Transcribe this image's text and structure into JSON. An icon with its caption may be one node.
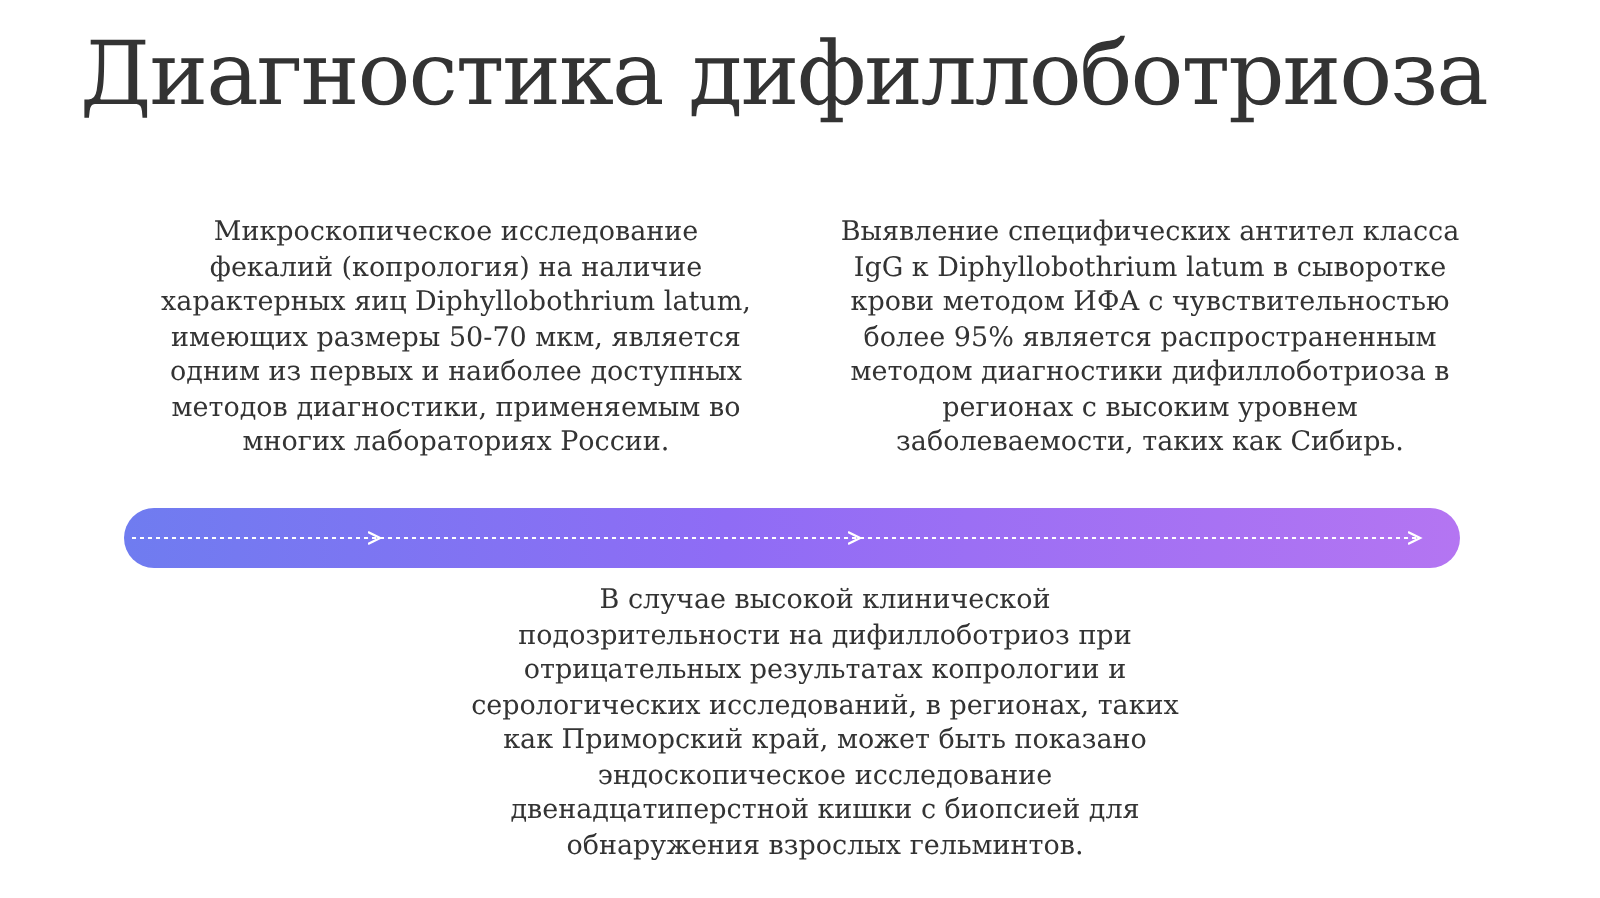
{
  "diagram": {
    "title": "Диагностика дифиллоботриоза",
    "labels": [
      "Микроскопическое исследование фекалий (копрология) на наличие характерных яиц Diphyllobothrium latum, имеющих размеры 50-70 мкм, является одним из первых и наиболее доступных методов диагностики, применяемым во многих лабораториях России.",
      "Выявление специфических антител класса IgG к Diphyllobothrium latum в сыворотке крови методом ИФА с чувствительностью более 95% является распространенным методом диагностики дифиллоботриоза в регионах с высоким уровнем заболеваемости, таких как Сибирь.",
      "В случае высокой клинической подозрительности на дифиллоботриоз при отрицательных результатах копрологии и серологических исследований, в регионах, таких как Приморский край, может быть показано эндоскопическое исследование двенадцатиперстной кишки с биопсией для обнаружения взрослых гельминтов."
    ]
  }
}
